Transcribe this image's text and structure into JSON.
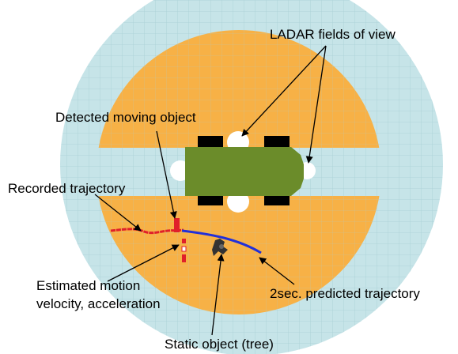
{
  "labels": {
    "ladar_fov": "LADAR fields of view",
    "detected_moving": "Detected moving object",
    "recorded_traj": "Recorded trajectory",
    "estimated_motion_1": "Estimated motion",
    "estimated_motion_2": "velocity, acceleration",
    "predicted_traj": "2sec. predicted trajectory",
    "static_object": "Static object (tree)"
  },
  "colors": {
    "orange_field": "#f7b146",
    "blue_field": "#c6e4e8",
    "grid": "#a9cfd6",
    "vehicle_body": "#6b8c2a",
    "wheel": "#000000",
    "recorded": "#e0202a",
    "predicted": "#2230d8",
    "static_obj": "#333333"
  },
  "icons": [
    "vehicle-icon",
    "tree-icon"
  ]
}
